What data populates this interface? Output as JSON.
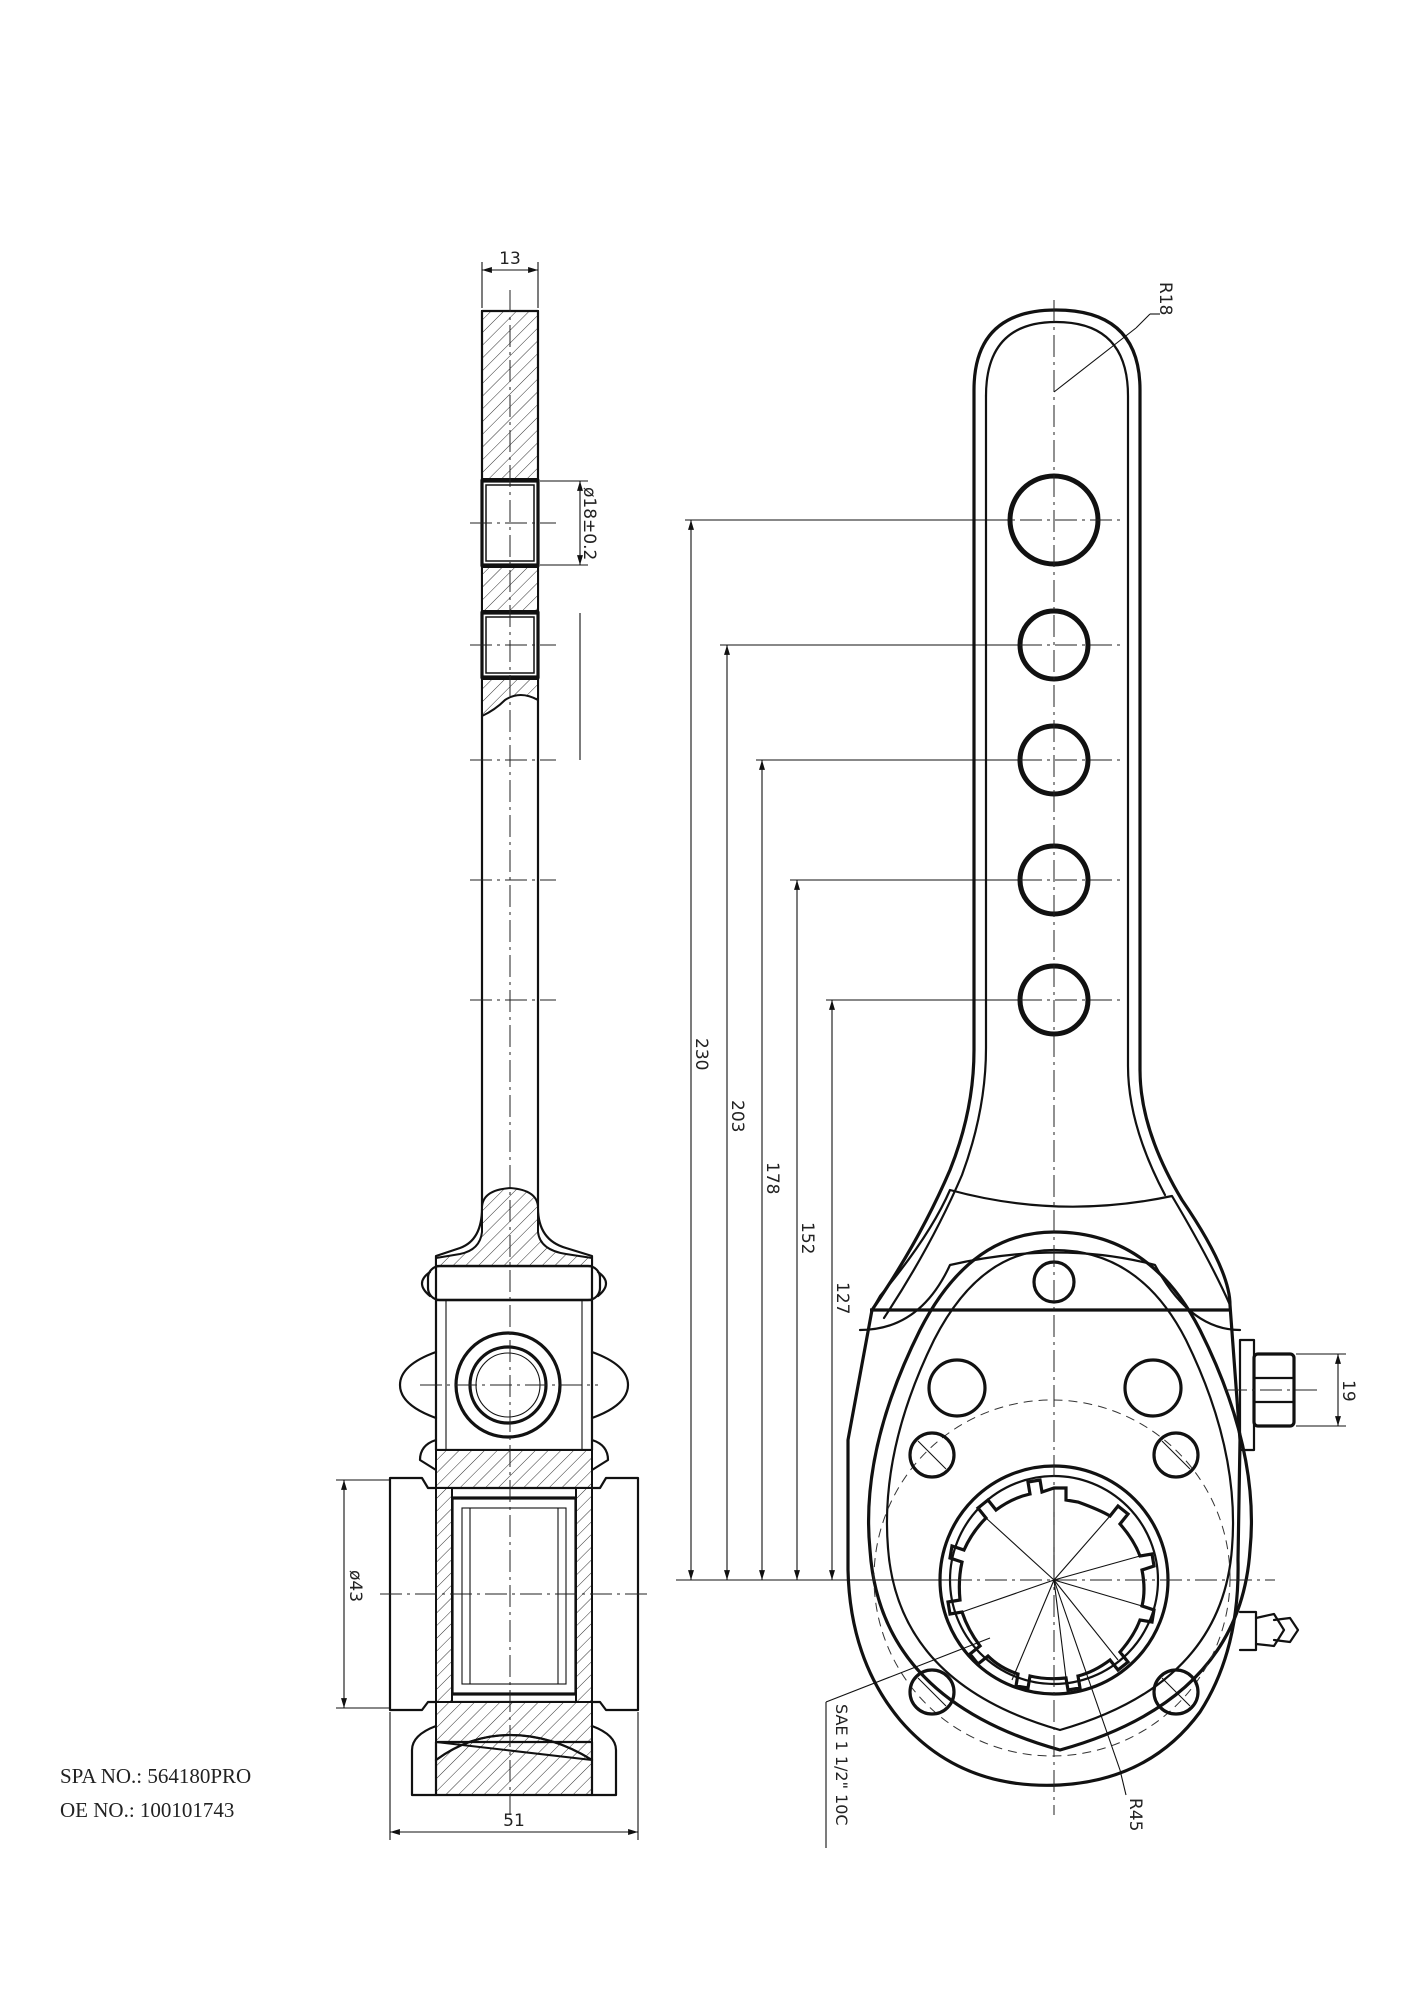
{
  "dimensions": {
    "width_13": "13",
    "hole_dia": "ø18±0.2",
    "r18": "R18",
    "d230": "230",
    "d203": "203",
    "d178": "178",
    "d152": "152",
    "d127": "127",
    "d19": "19",
    "d43": "ø43",
    "d51": "51",
    "r45": "R45",
    "spline": "SAE 1 1/2\" 10C"
  },
  "part_info": {
    "spa_no": "SPA NO.: 564180PRO",
    "oe_no": "OE NO.: 100101743"
  }
}
